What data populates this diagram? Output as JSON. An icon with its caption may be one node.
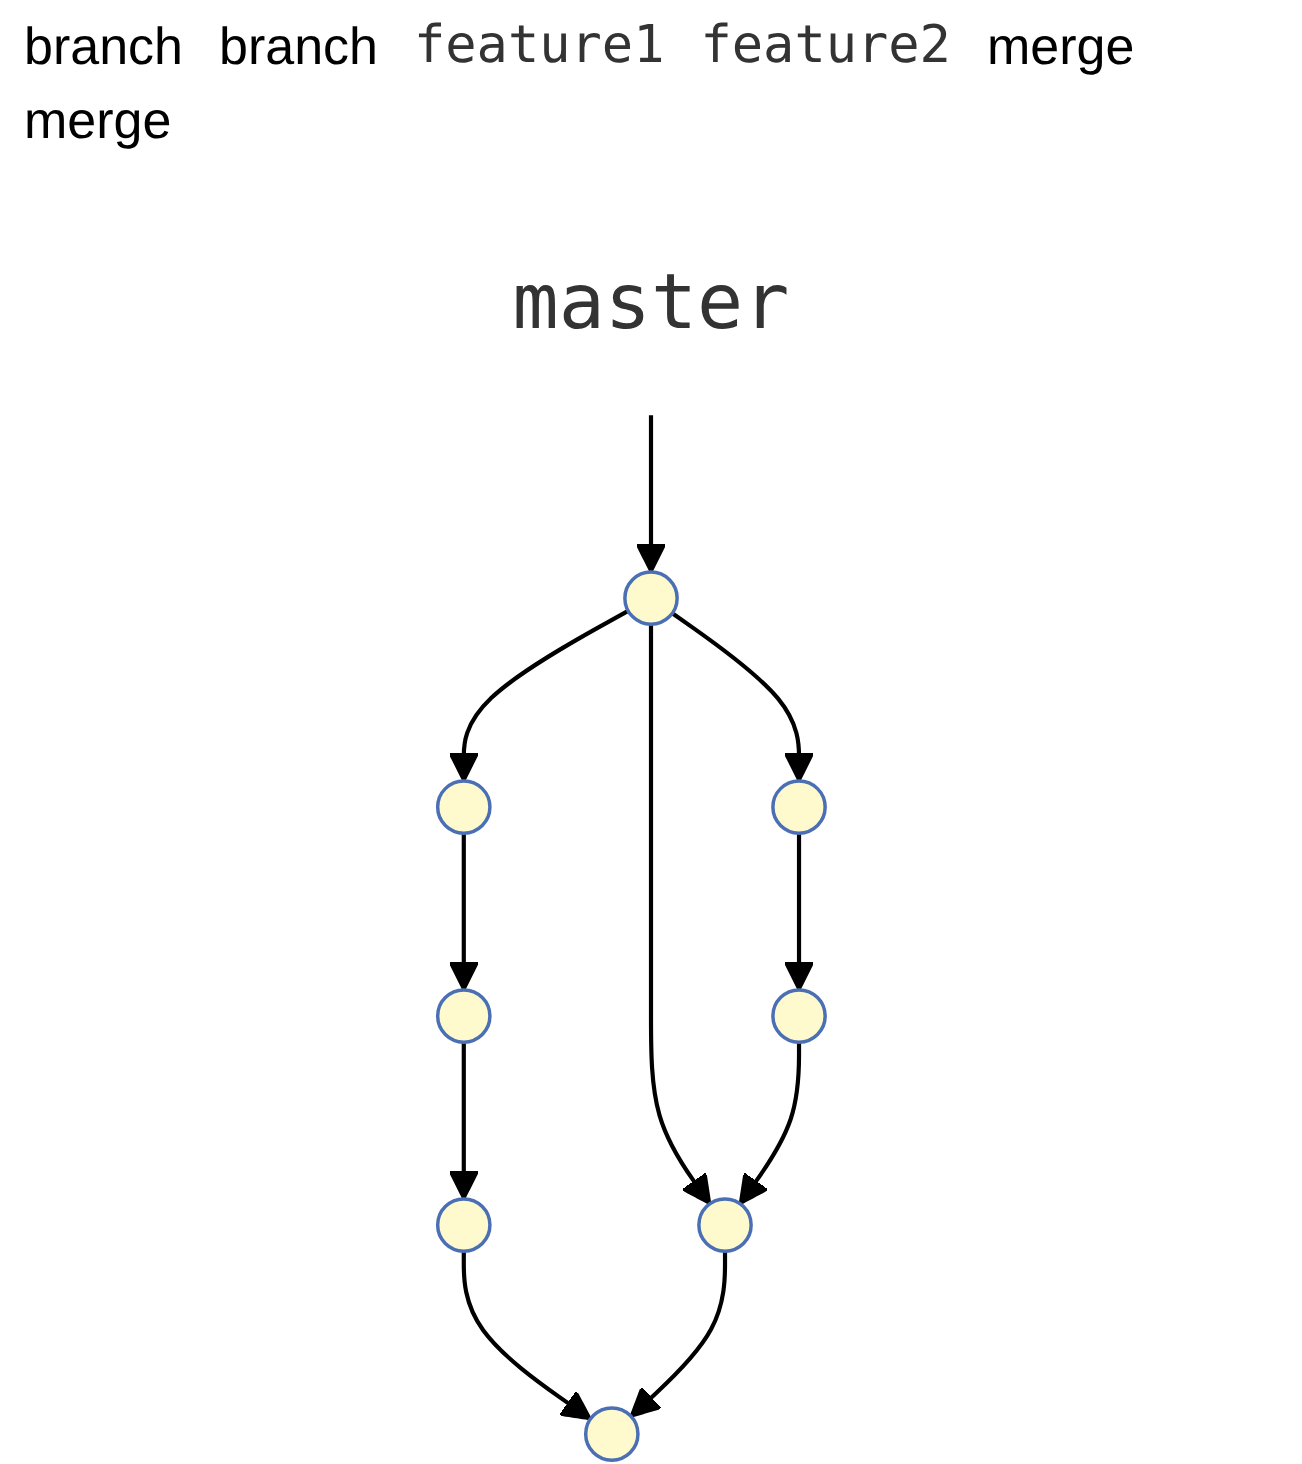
{
  "diagram": {
    "nodes": [
      {
        "text": [
          "master"
        ]
      },
      {
        "text": [],
        "shape": "circle"
      },
      {
        "text": [],
        "shape": "circle"
      },
      {
        "text": [],
        "shape": "circle"
      },
      {
        "text": [],
        "shape": "circle"
      },
      {
        "text": [],
        "shape": "circle"
      },
      {
        "text": [],
        "shape": "circle"
      },
      {
        "text": [],
        "shape": "circle"
      },
      {
        "text": [],
        "shape": "circle"
      }
    ],
    "edges": [
      {
        "from": 0,
        "to": 1,
        "arrow": "to"
      },
      {
        "from": 1,
        "to": 2,
        "arrow": "to"
      },
      {
        "from": 1,
        "to": 6,
        "arrow": "to"
      },
      {
        "from": 1,
        "to": 3,
        "arrow": "to"
      },
      {
        "from": 2,
        "to": 4,
        "arrow": "to"
      },
      {
        "from": 3,
        "to": 5,
        "arrow": "to"
      },
      {
        "from": 5,
        "to": 6,
        "arrow": "to"
      },
      {
        "from": 4,
        "to": 7,
        "arrow": "to"
      },
      {
        "from": 7,
        "to": 8,
        "arrow": "to"
      },
      {
        "from": 6,
        "to": 8,
        "arrow": "to"
      }
    ],
    "labels": [
      "branch",
      "branch",
      "feature1",
      "feature2",
      "merge",
      "merge"
    ]
  }
}
